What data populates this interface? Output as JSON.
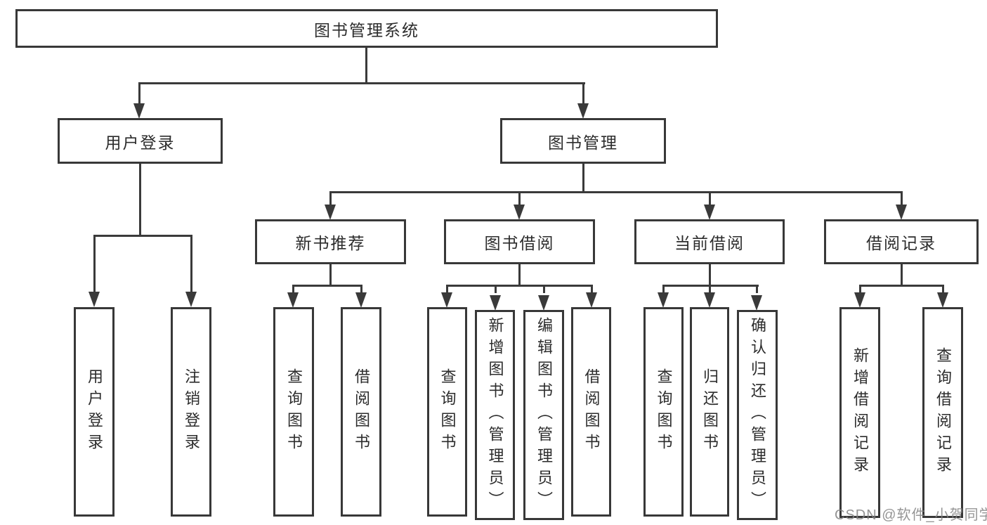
{
  "diagram": {
    "title": "图书管理系统",
    "type": "hierarchy-tree"
  },
  "tree": {
    "root": "图书管理系统",
    "branches": [
      {
        "label": "用户登录",
        "children": [
          "用户登录",
          "注销登录"
        ]
      },
      {
        "label": "图书管理",
        "groups": [
          {
            "label": "新书推荐",
            "children": [
              "查询图书",
              "借阅图书"
            ]
          },
          {
            "label": "图书借阅",
            "children": [
              "查询图书",
              "新增图书（管理员）",
              "编辑图书（管理员）",
              "借阅图书"
            ]
          },
          {
            "label": "当前借阅",
            "children": [
              "查询图书",
              "归还图书",
              "确认归还（管理员）"
            ]
          },
          {
            "label": "借阅记录",
            "children": [
              "新增借阅记录",
              "查询借阅记录"
            ]
          }
        ]
      }
    ]
  },
  "watermark": "CSDN @软件_小贺同学",
  "colors": {
    "border": "#383838",
    "connector": "#3a3a3a",
    "text": "#2c2c2c",
    "background": "#ffffff",
    "watermark_text": "#828282"
  }
}
